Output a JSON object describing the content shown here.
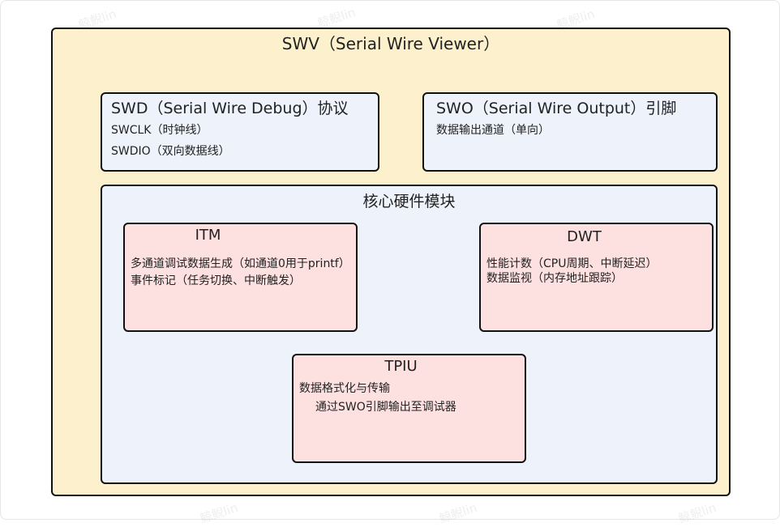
{
  "colors": {
    "outer_fill": "#fdf1cd",
    "block_fill": "#eef2fb",
    "module_fill": "#fde0e0",
    "stroke": "#111111"
  },
  "diagram": {
    "outer": {
      "title": "SWV（Serial Wire Viewer）"
    },
    "swd": {
      "title": "SWD（Serial Wire Debug）协议",
      "lines": [
        "SWCLK（时钟线）",
        "SWDIO（双向数据线）"
      ]
    },
    "swo": {
      "title": "SWO（Serial Wire Output）引脚",
      "lines": [
        "数据输出通道（单向）"
      ]
    },
    "core": {
      "title": "核心硬件模块"
    },
    "itm": {
      "title": "ITM",
      "lines": [
        "多通道调试数据生成（如通道0用于printf）",
        "事件标记（任务切换、中断触发）"
      ]
    },
    "dwt": {
      "title": "DWT",
      "lines": [
        "性能计数（CPU周期、中断延迟）",
        "数据监视（内存地址跟踪）"
      ]
    },
    "tpiu": {
      "title": "TPIU",
      "lines": [
        "数据格式化与传输",
        "通过SWO引脚输出至调试器"
      ]
    }
  },
  "watermark": "鲸鲵lin"
}
